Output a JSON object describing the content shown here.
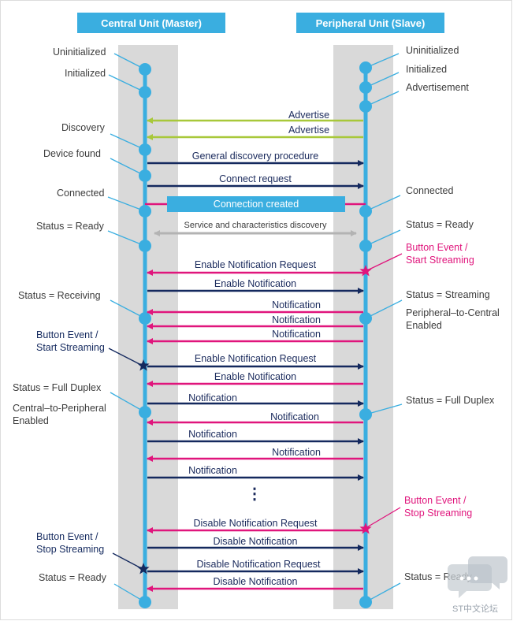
{
  "headers": {
    "central": "Central Unit (Master)",
    "peripheral": "Peripheral Unit (Slave)"
  },
  "central_states": [
    {
      "text": "Uninitialized"
    },
    {
      "text": "Initialized"
    },
    {
      "text": "Discovery"
    },
    {
      "text": "Device found"
    },
    {
      "text": "Connected"
    },
    {
      "text": "Status = Ready"
    },
    {
      "text": "Status = Receiving"
    },
    {
      "text": "Button Event /\nStart Streaming"
    },
    {
      "text": "Status = Full Duplex"
    },
    {
      "text": "Central–to-Peripheral\nEnabled"
    },
    {
      "text": "Button Event /\nStop Streaming"
    },
    {
      "text": "Status = Ready"
    }
  ],
  "peripheral_states": [
    {
      "text": "Uninitialized"
    },
    {
      "text": "Initialized"
    },
    {
      "text": "Advertisement"
    },
    {
      "text": "Connected"
    },
    {
      "text": "Status = Ready"
    },
    {
      "text": "Button Event /\nStart Streaming"
    },
    {
      "text": "Status = Streaming"
    },
    {
      "text": "Peripheral–to-Central\nEnabled"
    },
    {
      "text": "Status = Full Duplex"
    },
    {
      "text": "Button Event /\nStop Streaming"
    },
    {
      "text": "Status = Ready"
    }
  ],
  "messages": [
    {
      "text": "Advertise",
      "direction": "to-central"
    },
    {
      "text": "Advertise",
      "direction": "to-central"
    },
    {
      "text": "General discovery procedure",
      "direction": "to-peripheral"
    },
    {
      "text": "Connect request",
      "direction": "to-peripheral"
    },
    {
      "text": "Service and characteristics discovery",
      "direction": "both"
    },
    {
      "text": "Enable Notification Request",
      "direction": "to-central"
    },
    {
      "text": "Enable Notification",
      "direction": "to-peripheral"
    },
    {
      "text": "Notification",
      "direction": "to-central"
    },
    {
      "text": "Notification",
      "direction": "to-central"
    },
    {
      "text": "Notification",
      "direction": "to-central"
    },
    {
      "text": "Enable Notification Request",
      "direction": "to-peripheral"
    },
    {
      "text": "Enable Notification",
      "direction": "to-central"
    },
    {
      "text": "Notification",
      "direction": "to-peripheral"
    },
    {
      "text": "Notification",
      "direction": "to-central"
    },
    {
      "text": "Notification",
      "direction": "to-peripheral"
    },
    {
      "text": "Notification",
      "direction": "to-central"
    },
    {
      "text": "Notification",
      "direction": "to-peripheral"
    },
    {
      "text": "Disable Notification Request",
      "direction": "to-central"
    },
    {
      "text": "Disable Notification",
      "direction": "to-peripheral"
    },
    {
      "text": "Disable Notification Request",
      "direction": "to-peripheral"
    },
    {
      "text": "Disable Notification",
      "direction": "to-central"
    }
  ],
  "banner": "Connection created",
  "ellipsis": "⋮",
  "watermark": "ST中文论坛",
  "colors": {
    "lifeline": "#3aaee0",
    "column": "#d9d9d9",
    "advertise": "#a8c83a",
    "navy": "#14295e",
    "pink": "#e0157c",
    "grey": "#b3b3b3"
  }
}
